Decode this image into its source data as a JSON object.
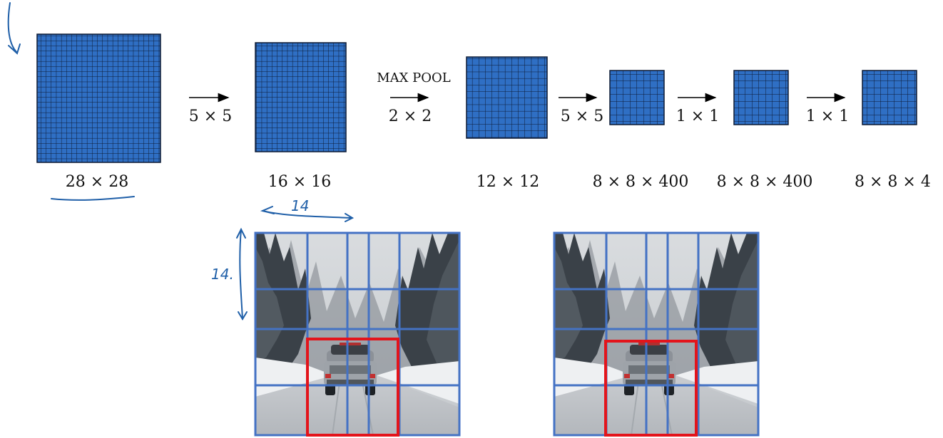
{
  "colors": {
    "grid_fill": "#2f6fc4",
    "grid_line": "#0d1a33",
    "photo_grid": "#4472c4",
    "highlight": "#e3141b",
    "ink": "#1f5fa8"
  },
  "volumes": [
    {
      "dim_label": "28 × 28"
    },
    {
      "dim_label": "16 × 16"
    },
    {
      "dim_label": "12 × 12"
    },
    {
      "dim_label": "8 × 8 × 400"
    },
    {
      "dim_label": "8 × 8 × 400"
    },
    {
      "dim_label": "8 × 8 × 4"
    }
  ],
  "operations": [
    {
      "top_label": "",
      "bottom_label": "5 × 5"
    },
    {
      "top_label": "MAX POOL",
      "bottom_label": "2 × 2"
    },
    {
      "top_label": "",
      "bottom_label": "5 × 5"
    },
    {
      "top_label": "",
      "bottom_label": "1 × 1"
    },
    {
      "top_label": "",
      "bottom_label": "1 × 1"
    }
  ],
  "annotations": {
    "width_note": "14",
    "height_note": "14."
  },
  "photos": [
    {
      "scene": "snowy road with car",
      "icon": "road-scene-photo"
    },
    {
      "scene": "snowy road with car",
      "icon": "road-scene-photo"
    }
  ]
}
